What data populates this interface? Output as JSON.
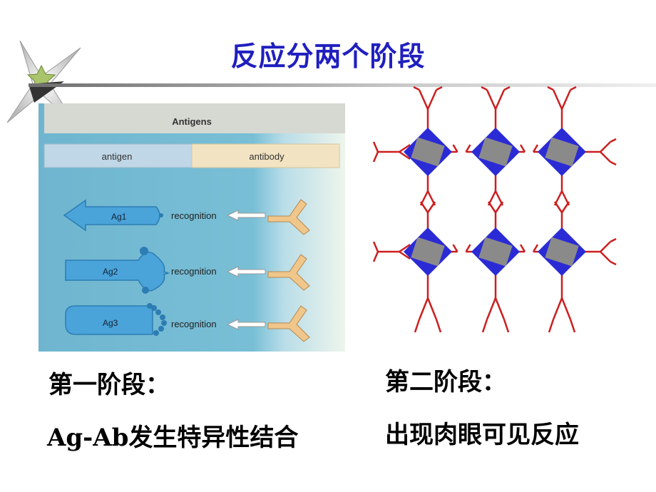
{
  "slide": {
    "title": "反应分两个阶段",
    "stage1_heading": "第一阶段：",
    "stage1_text": "Ag-Ab发生特异性结合",
    "stage2_heading": "第二阶段：",
    "stage2_text": "出现肉眼可见反应"
  },
  "figure": {
    "header": "Antigens",
    "col_antigen": "antigen",
    "col_antibody": "antibody",
    "rows": [
      {
        "name": "Ag1",
        "label": "recognition"
      },
      {
        "name": "Ag2",
        "label": "recognition"
      },
      {
        "name": "Ag3",
        "label": "recognition"
      }
    ]
  },
  "colors": {
    "title": "#1f1fbf",
    "antibody_lattice": "#cc1f1f",
    "antigen_diamond": "#2b2bd6",
    "antigen_square": "#8a8a8a"
  },
  "icons": [
    "star-bullet-icon"
  ]
}
